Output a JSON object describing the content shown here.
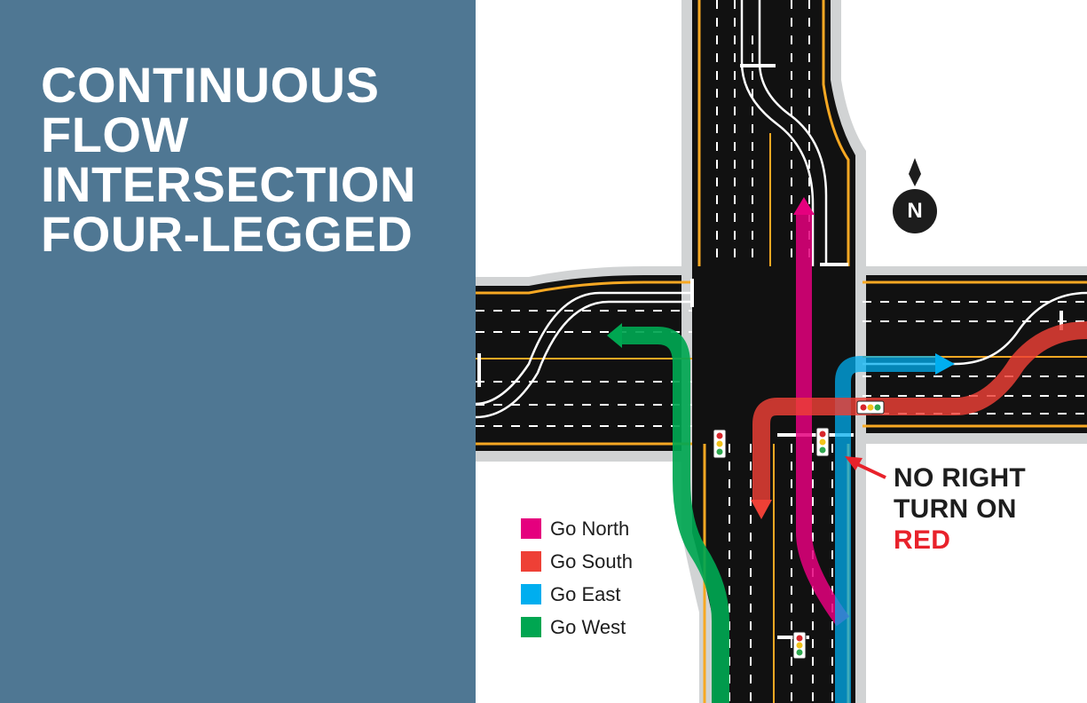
{
  "title": {
    "lines": [
      "CONTINUOUS",
      "FLOW",
      "INTERSECTION",
      "FOUR-LEGGED"
    ]
  },
  "compass": {
    "label": "N",
    "icon": "north-arrow-icon"
  },
  "legend": [
    {
      "label": "Go North",
      "color": "#e5007e"
    },
    {
      "label": "Go South",
      "color": "#ee4036"
    },
    {
      "label": "Go East",
      "color": "#00aeef"
    },
    {
      "label": "Go West",
      "color": "#00a651"
    }
  ],
  "callout": {
    "line1": "NO RIGHT",
    "line2": "TURN ON",
    "line3": "RED",
    "highlight_color": "#e8222b"
  },
  "colors": {
    "panel": "#4f7793",
    "asphalt": "#111111",
    "curb": "#d1d3d4",
    "yellow_line": "#f7a823"
  }
}
